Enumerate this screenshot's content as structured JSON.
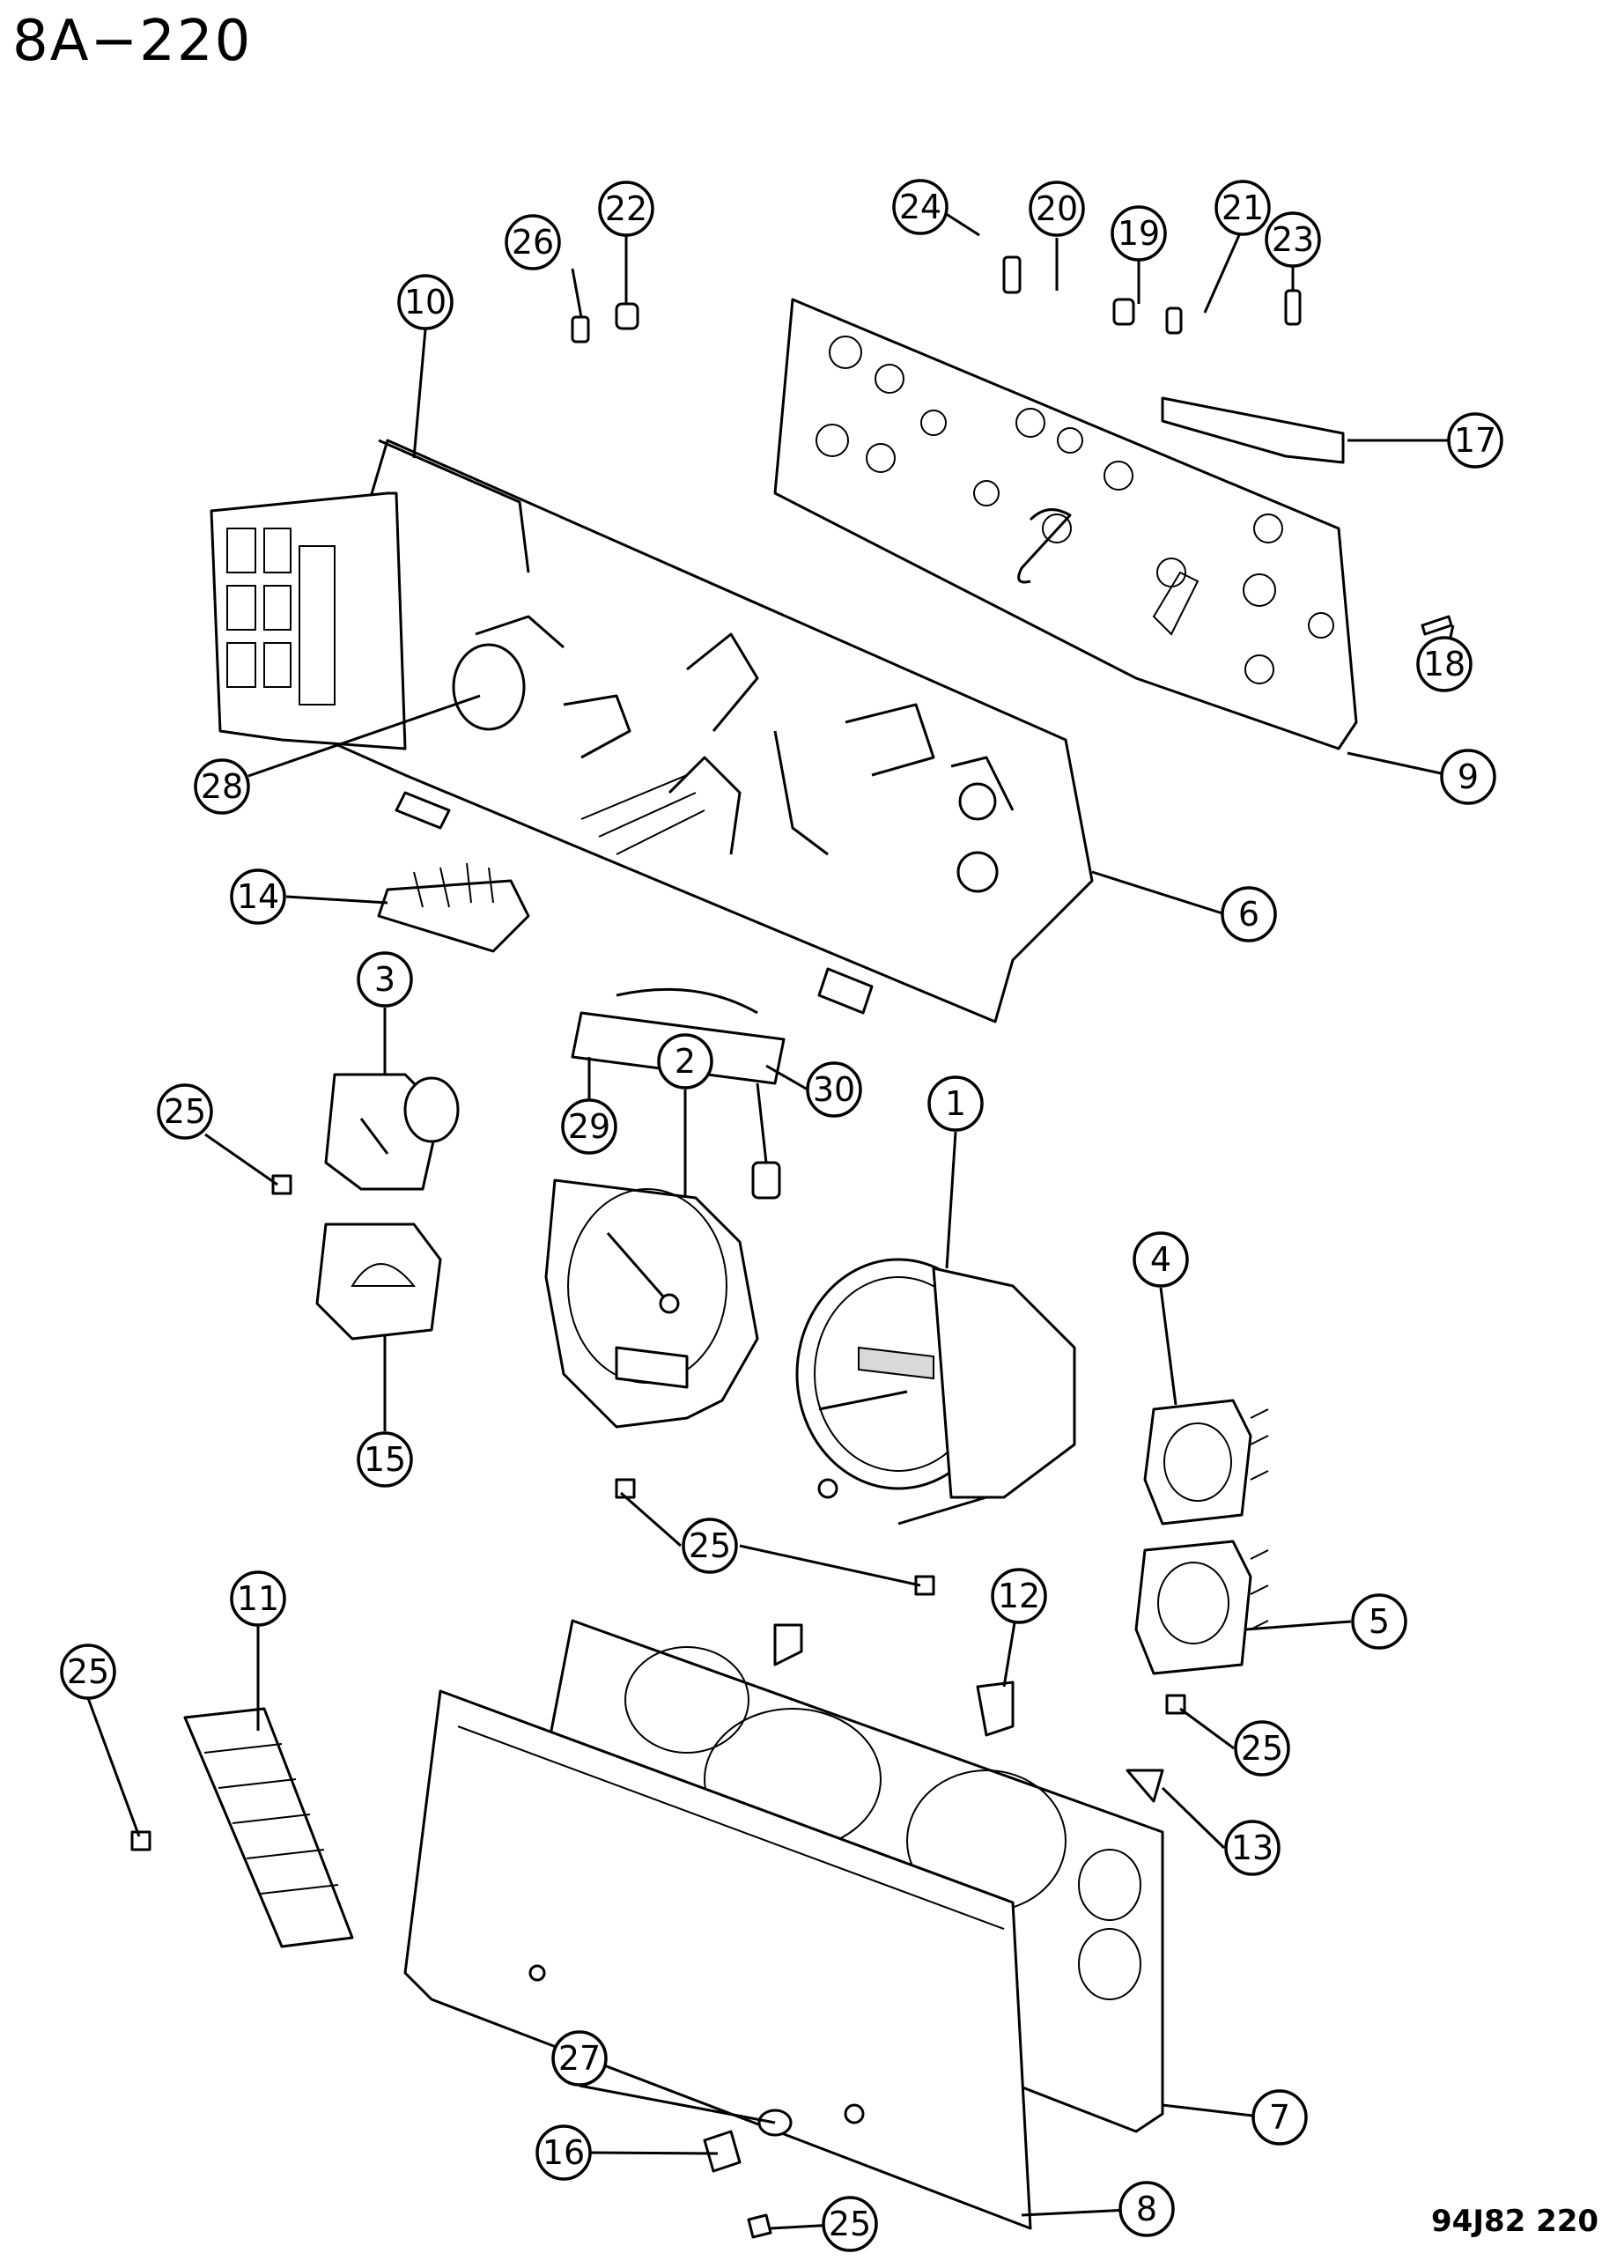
{
  "page_number": "8A−220",
  "figure_code": "94J82 220",
  "callouts": [
    {
      "label": "24"
    },
    {
      "label": "20"
    },
    {
      "label": "19"
    },
    {
      "label": "21"
    },
    {
      "label": "23"
    },
    {
      "label": "26"
    },
    {
      "label": "22"
    },
    {
      "label": "10"
    },
    {
      "label": "17"
    },
    {
      "label": "18"
    },
    {
      "label": "9"
    },
    {
      "label": "28"
    },
    {
      "label": "6"
    },
    {
      "label": "14"
    },
    {
      "label": "3"
    },
    {
      "label": "29"
    },
    {
      "label": "2"
    },
    {
      "label": "30"
    },
    {
      "label": "25"
    },
    {
      "label": "1"
    },
    {
      "label": "4"
    },
    {
      "label": "15"
    },
    {
      "label": "25"
    },
    {
      "label": "12"
    },
    {
      "label": "5"
    },
    {
      "label": "11"
    },
    {
      "label": "25"
    },
    {
      "label": "25"
    },
    {
      "label": "13"
    },
    {
      "label": "27"
    },
    {
      "label": "7"
    },
    {
      "label": "16"
    },
    {
      "label": "25"
    },
    {
      "label": "8"
    }
  ]
}
